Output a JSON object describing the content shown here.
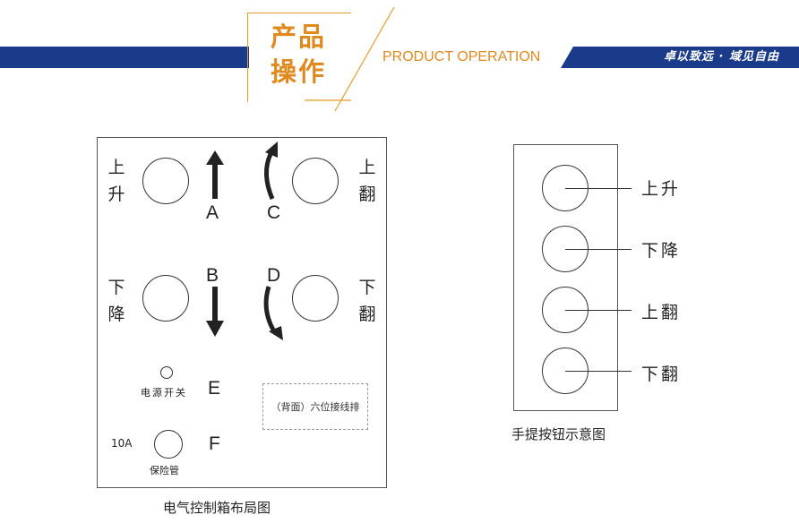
{
  "header": {
    "title_cn_line1": "产品",
    "title_cn_line2": "操作",
    "title_en": "PRODUCT OPERATION",
    "slogan": "卓以致远 · 域见自由",
    "brand_color": "#1a3a8a",
    "accent_color": "#e08a1e"
  },
  "control_box": {
    "caption": "电气控制箱布局图",
    "labels": {
      "top_left_1": "上",
      "top_left_2": "升",
      "top_right_1": "上",
      "top_right_2": "翻",
      "mid_left_1": "下",
      "mid_left_2": "降",
      "mid_right_1": "下",
      "mid_right_2": "翻"
    },
    "letters": {
      "a": "A",
      "b": "B",
      "c": "C",
      "d": "D",
      "e": "E",
      "f": "F"
    },
    "power_switch": "电源开关",
    "fuse_rating": "10A",
    "fuse_label": "保险管",
    "terminal": "（背面）六位接线排",
    "icons": [
      "arrow-up-icon",
      "arrow-down-icon",
      "curved-arrow-up-icon",
      "curved-arrow-down-icon"
    ]
  },
  "handheld": {
    "caption": "手提按钮示意图",
    "buttons": [
      {
        "label": "上升"
      },
      {
        "label": "下降"
      },
      {
        "label": "上翻"
      },
      {
        "label": "下翻"
      }
    ]
  }
}
